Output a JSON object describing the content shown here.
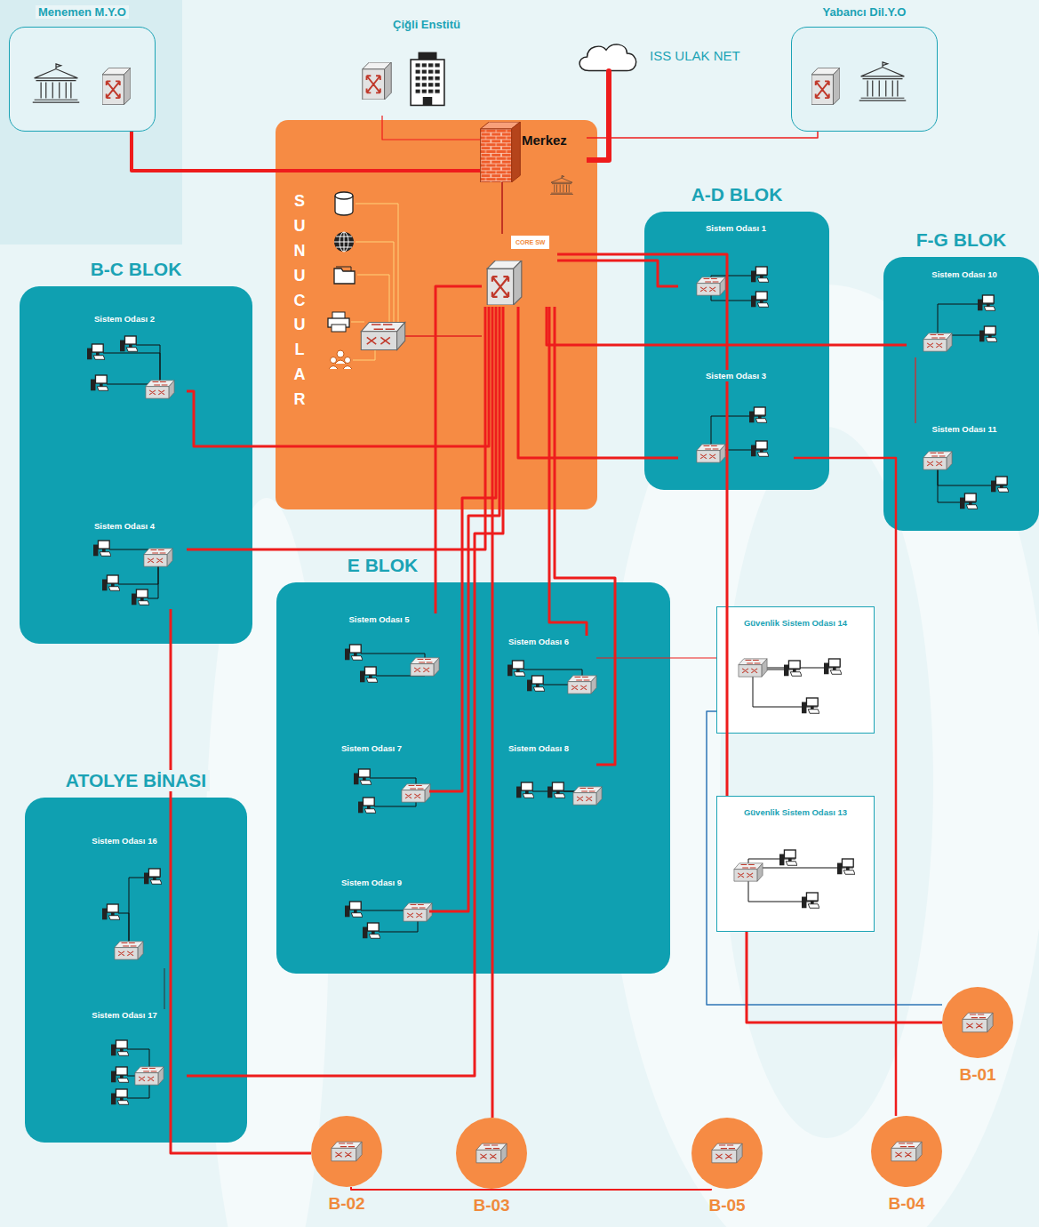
{
  "diagram": {
    "nodes": [
      {
        "text": [
          "Menemen M.Y.O"
        ]
      },
      {
        "text": [
          "Yabancı Dil.Y.O"
        ]
      },
      {
        "text": [
          "Çiğli Enstitü"
        ]
      },
      {
        "text": [
          "ISS ULAK NET"
        ]
      },
      {
        "text": [
          "SUNUCULAR"
        ]
      },
      {
        "text": [
          "Merkez"
        ],
        "in": 4
      },
      {
        "text": [
          "CORE SW"
        ],
        "in": 4
      },
      {
        "text": [
          "A-D BLOK"
        ]
      },
      {
        "text": [
          "Sistem Odası 1"
        ],
        "in": 7
      },
      {
        "text": [
          "Sistem Odası 3"
        ],
        "in": 7
      },
      {
        "text": [
          "F-G BLOK"
        ]
      },
      {
        "text": [
          "Sistem Odası 10"
        ],
        "in": 10
      },
      {
        "text": [
          "Sistem Odası 11"
        ],
        "in": 10
      },
      {
        "text": [
          "B-C BLOK"
        ]
      },
      {
        "text": [
          "Sistem Odası 2"
        ],
        "in": 13
      },
      {
        "text": [
          "Sistem Odası 4"
        ],
        "in": 13
      },
      {
        "text": [
          "E BLOK"
        ]
      },
      {
        "text": [
          "Sistem Odası 5"
        ],
        "in": 16
      },
      {
        "text": [
          "Sistem Odası 6"
        ],
        "in": 16
      },
      {
        "text": [
          "Sistem Odası 7"
        ],
        "in": 16
      },
      {
        "text": [
          "Sistem Odası 8"
        ],
        "in": 16
      },
      {
        "text": [
          "Sistem Odası 9"
        ],
        "in": 16
      },
      {
        "text": [
          "Güvenlik Sistem Odası 14"
        ]
      },
      {
        "text": [
          "Güvenlik Sistem Odası 13"
        ]
      },
      {
        "text": [
          "ATOLYE BİNASI"
        ]
      },
      {
        "text": [
          "Sistem Odası 16"
        ],
        "in": 24
      },
      {
        "text": [
          "Sistem Odası 17"
        ],
        "in": 24
      },
      {
        "text": [
          "B-01"
        ]
      },
      {
        "text": [
          "B-02"
        ]
      },
      {
        "text": [
          "B-03"
        ]
      },
      {
        "text": [
          "B-05"
        ]
      },
      {
        "text": [
          "B-04"
        ]
      }
    ],
    "edges": [
      {
        "from": 5,
        "to": 3,
        "arrow": "none"
      },
      {
        "from": 5,
        "to": 0,
        "arrow": "none"
      },
      {
        "from": 5,
        "to": 2,
        "arrow": "none"
      },
      {
        "from": 5,
        "to": 1,
        "arrow": "none"
      },
      {
        "from": 5,
        "to": 6,
        "arrow": "none"
      },
      {
        "from": 6,
        "to": 8,
        "arrow": "none"
      },
      {
        "from": 6,
        "to": 9,
        "arrow": "none"
      },
      {
        "from": 6,
        "to": 11,
        "arrow": "none"
      },
      {
        "from": 6,
        "to": 14,
        "arrow": "none"
      },
      {
        "from": 6,
        "to": 15,
        "arrow": "none"
      },
      {
        "from": 6,
        "to": 17,
        "arrow": "none"
      },
      {
        "from": 6,
        "to": 18,
        "arrow": "none"
      },
      {
        "from": 6,
        "to": 19,
        "arrow": "none"
      },
      {
        "from": 6,
        "to": 20,
        "arrow": "none"
      },
      {
        "from": 6,
        "to": 21,
        "arrow": "none"
      },
      {
        "from": 6,
        "to": 26,
        "arrow": "none"
      },
      {
        "from": 6,
        "to": 29,
        "arrow": "none"
      },
      {
        "from": 6,
        "to": 23,
        "arrow": "none"
      },
      {
        "from": 18,
        "to": 22,
        "arrow": "none"
      },
      {
        "from": 22,
        "to": 27,
        "arrow": "none"
      },
      {
        "from": 23,
        "to": 27,
        "arrow": "none"
      },
      {
        "from": 9,
        "to": 31,
        "arrow": "none"
      },
      {
        "from": 15,
        "to": 28,
        "arrow": "none"
      },
      {
        "from": 28,
        "to": 30,
        "arrow": "none"
      },
      {
        "from": 11,
        "to": 12,
        "arrow": "none"
      },
      {
        "from": 25,
        "to": 26,
        "arrow": "none"
      }
    ]
  }
}
